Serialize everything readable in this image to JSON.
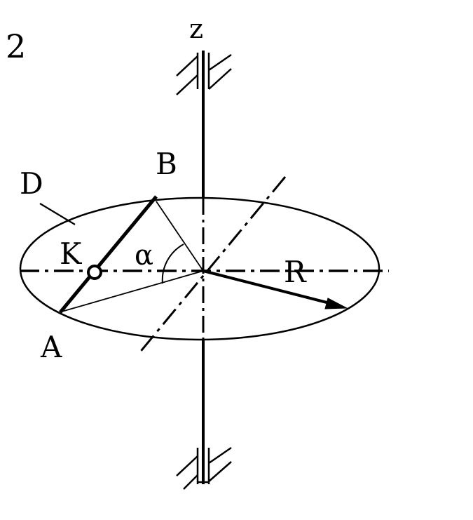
{
  "figure_number": "2",
  "labels": {
    "axis": "z",
    "disc": "D",
    "point_a": "A",
    "point_b": "B",
    "point_k": "K",
    "angle": "α",
    "radius": "R"
  },
  "colors": {
    "ink": "#000000",
    "background": "#ffffff"
  }
}
